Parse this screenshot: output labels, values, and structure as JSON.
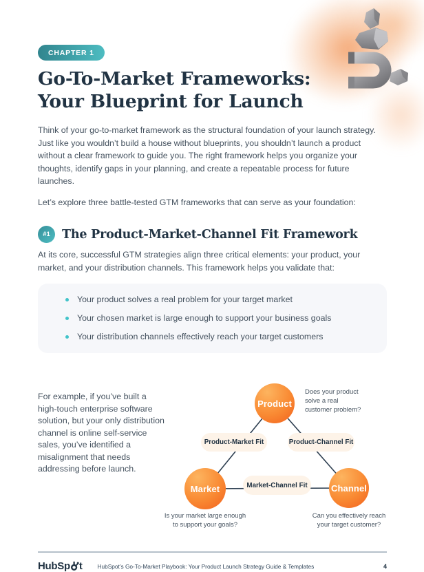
{
  "chapter_badge": {
    "label": "CHAPTER 1"
  },
  "title": "Go-To-Market Frameworks:\nYour Blueprint for Launch",
  "intro": {
    "p1": "Think of your go-to-market framework as the structural foundation of your launch strategy. Just like you wouldn’t build a house without blueprints, you shouldn’t launch a product without a clear framework to guide you. The right framework helps you organize your thoughts, identify gaps in your planning, and create a repeatable process for future launches.",
    "p2": "Let’s explore three battle-tested GTM frameworks that can serve as your foundation:"
  },
  "section": {
    "number_badge": "#1",
    "heading": "The Product-Market-Channel Fit Framework",
    "body": "At its core, successful GTM strategies align three critical elements: your product, your market, and your distribution channels. This framework helps you validate that:",
    "bullets": [
      "Your product solves a real problem for your target market",
      "Your chosen market is large enough to support your business goals",
      "Your distribution channels effectively reach your target customers"
    ]
  },
  "example": "For example, if you’ve built a high-touch enterprise software solution, but your only distribution channel is online self-service sales, you’ve identified a misalignment that needs addressing before launch.",
  "diagram": {
    "nodes": [
      {
        "label": "Product"
      },
      {
        "label": "Market"
      },
      {
        "label": "Channel"
      }
    ],
    "edges": [
      {
        "label": "Product-Market Fit"
      },
      {
        "label": "Product-Channel Fit"
      },
      {
        "label": "Market-Channel Fit"
      }
    ],
    "annotations": {
      "product": "Does your product\nsolve a real\ncustomer problem?",
      "market": "Is your market large enough\nto support your goals?",
      "channel": "Can you effectively reach\nyour target customer?"
    }
  },
  "footer": {
    "logo_prefix": "HubSp",
    "logo_suffix": "t",
    "doc_title": "HubSpot’s Go-To-Market Playbook: Your Product Launch Strategy Guide & Templates",
    "page_number": "4"
  },
  "colors": {
    "heading_navy": "#213343",
    "body_gray": "#45525f",
    "teal_dark": "#31858e",
    "teal_light": "#4dbcc1",
    "bullet_teal": "#41c3c9",
    "box_bg": "#f6f7fa",
    "orange_light": "#fdb45f",
    "orange_deep": "#f2601d",
    "pill_cream": "#fdf3e8",
    "rule_gray": "#b5c0ca"
  }
}
